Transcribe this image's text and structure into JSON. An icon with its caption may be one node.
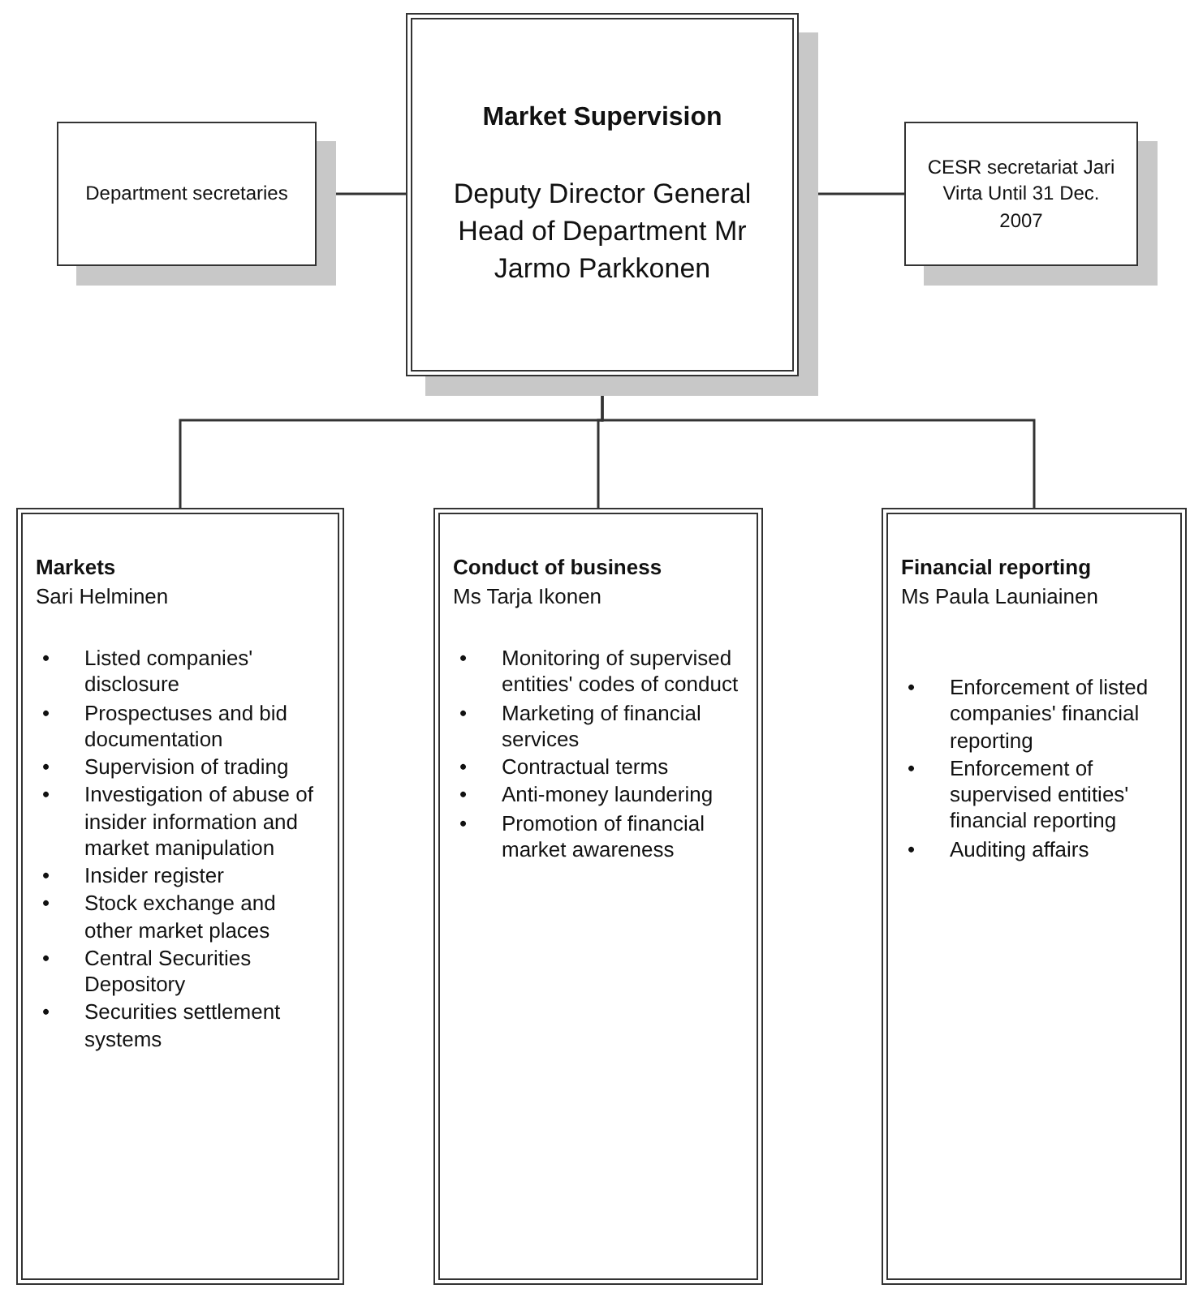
{
  "diagram": {
    "nodes": [
      {
        "text": [
          "Market Supervision",
          "Deputy Director General Head of Department Mr Jarmo Parkkonen"
        ]
      },
      {
        "text": [
          "Department secretaries"
        ]
      },
      {
        "text": [
          "CESR secretariat Jari Virta Until 31 Dec. 2007"
        ]
      },
      {
        "text": [
          "Markets",
          "Sari Helminen",
          "•",
          "Listed companies' disclosure",
          "•",
          "Prospectuses and bid documentation",
          "•",
          "Supervision of trading",
          "•",
          "Investigation of abuse of insider information and market manipulation",
          "•",
          "Insider register",
          "•",
          "Stock exchange and other market places",
          "•",
          "Central Securities Depository",
          "•",
          "Securities settlement systems"
        ]
      },
      {
        "text": [
          "Conduct of business",
          "Ms Tarja Ikonen",
          "•",
          "Monitoring of supervised entities' codes of conduct",
          "•",
          "Marketing of financial services",
          "•",
          "Contractual terms",
          "•",
          "Anti-money laundering",
          "•",
          "Promotion of financial market awareness"
        ]
      },
      {
        "text": [
          "Financial reporting",
          "Ms Paula Launiainen",
          "•",
          "Enforcement of listed companies' financial reporting",
          "•",
          "Enforcement of supervised entities' financial reporting",
          "•",
          "Auditing affairs"
        ]
      }
    ],
    "edges": [
      {
        "from": 0,
        "to": 1,
        "arrow": "none"
      },
      {
        "from": 0,
        "to": 2,
        "arrow": "none"
      },
      {
        "from": 0,
        "to": 3,
        "arrow": "none"
      },
      {
        "from": 0,
        "to": 4,
        "arrow": "none"
      },
      {
        "from": 0,
        "to": 5,
        "arrow": "none"
      }
    ]
  }
}
